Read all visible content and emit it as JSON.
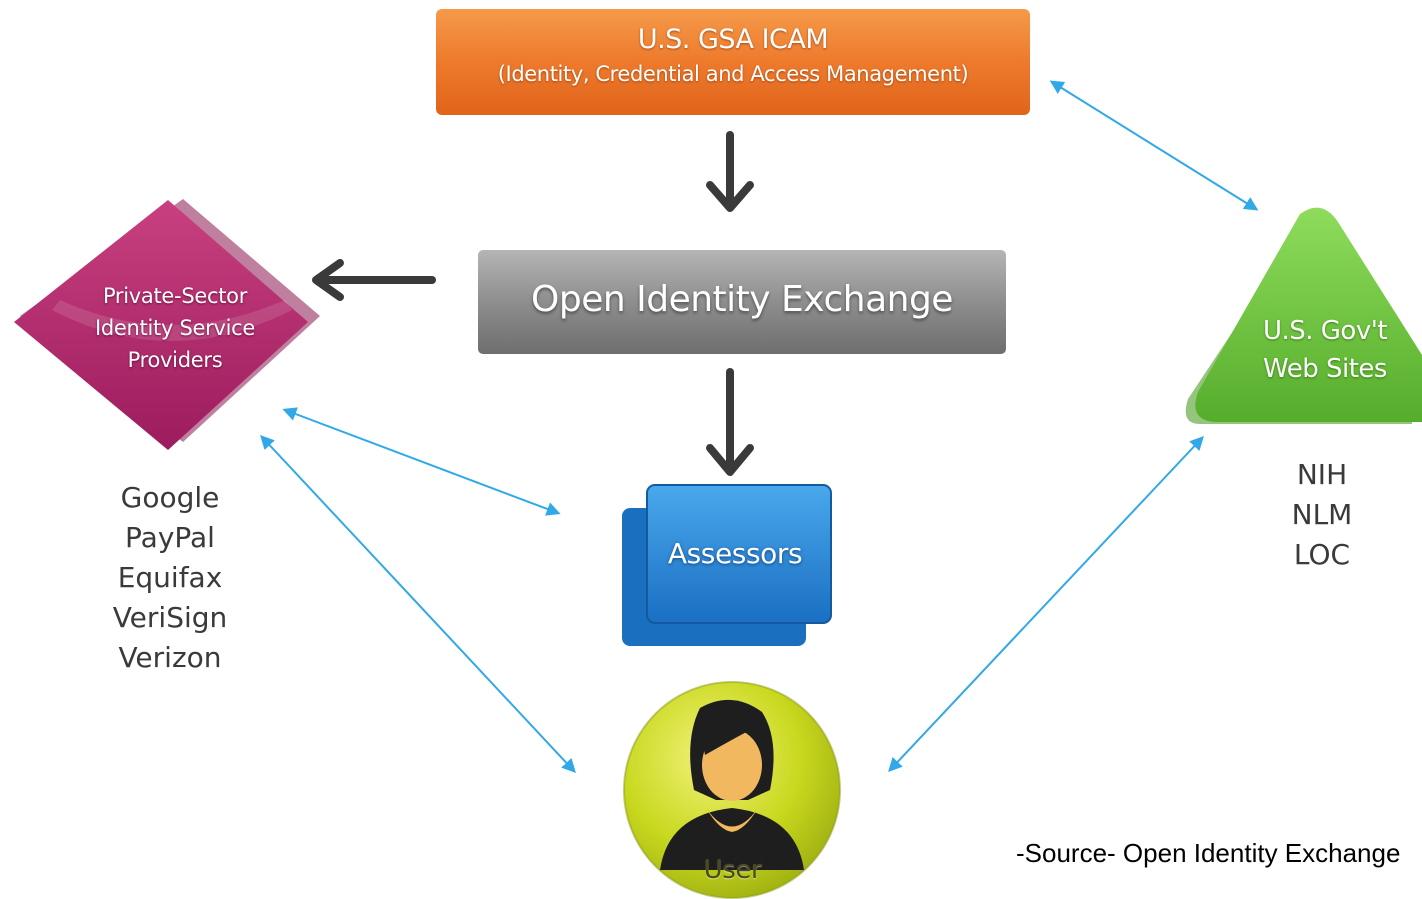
{
  "colors": {
    "icam": "#ee7a2c",
    "oix": "#8b8b8b",
    "private_sector": "#b0246e",
    "gov": "#6bc23b",
    "assessors": "#1f7fd0",
    "user": "#c8d81e",
    "link_arrow": "#31a8e8",
    "flow_arrow": "#3a3a3a"
  },
  "nodes": {
    "icam": {
      "title": "U.S. GSA ICAM",
      "subtitle": "(Identity, Credential and Access Management)"
    },
    "oix": {
      "label": "Open Identity Exchange"
    },
    "private_sector": {
      "lines": [
        "Private-Sector",
        "Identity Service",
        "Providers"
      ]
    },
    "gov": {
      "lines": [
        "U.S. Gov't",
        "Web Sites"
      ]
    },
    "assessors": {
      "label": "Assessors"
    },
    "user": {
      "label": "User",
      "icon": "user-icon"
    }
  },
  "provider_examples": [
    "Google",
    "PayPal",
    "Equifax",
    "VeriSign",
    "Verizon"
  ],
  "gov_examples": [
    "NIH",
    "NLM",
    "LOC"
  ],
  "source_note": "-Source- Open Identity Exchange"
}
